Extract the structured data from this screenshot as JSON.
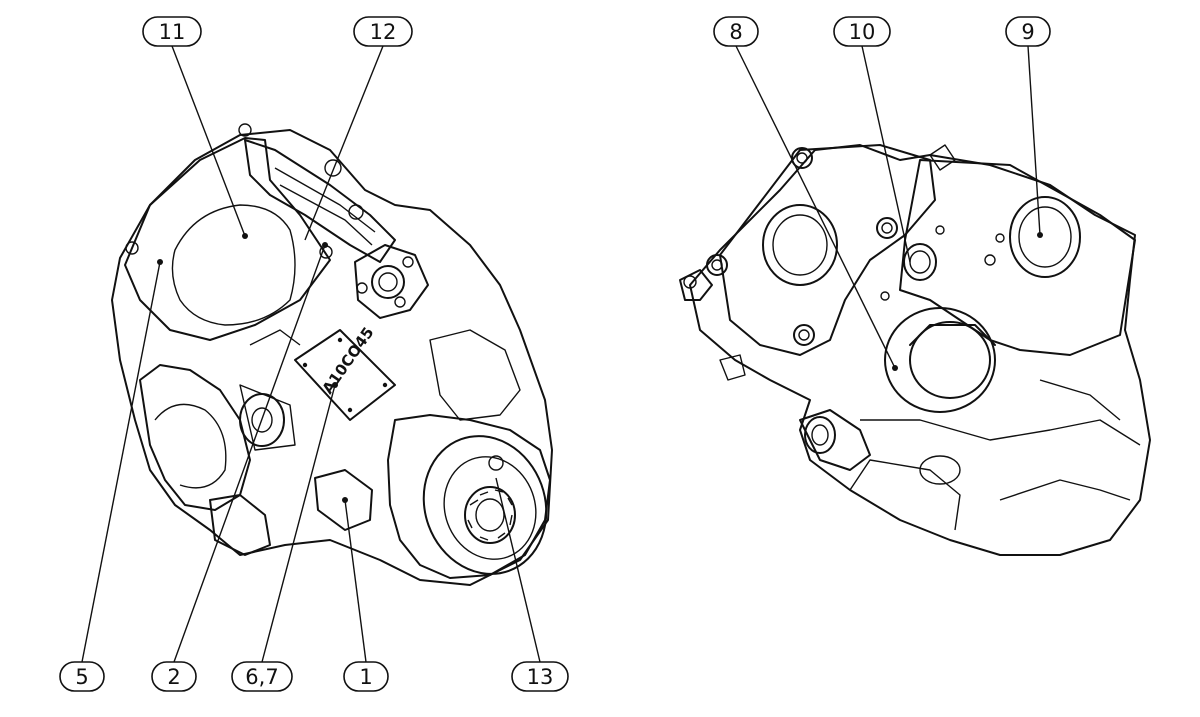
{
  "drawing": {
    "nameplate_text": "A10CO45",
    "callouts": [
      {
        "id": "c11",
        "label": "11"
      },
      {
        "id": "c12",
        "label": "12"
      },
      {
        "id": "c8",
        "label": "8"
      },
      {
        "id": "c10",
        "label": "10"
      },
      {
        "id": "c9",
        "label": "9"
      },
      {
        "id": "c5",
        "label": "5"
      },
      {
        "id": "c2",
        "label": "2"
      },
      {
        "id": "c67",
        "label": "6,7"
      },
      {
        "id": "c1",
        "label": "1"
      },
      {
        "id": "c13",
        "label": "13"
      }
    ]
  }
}
